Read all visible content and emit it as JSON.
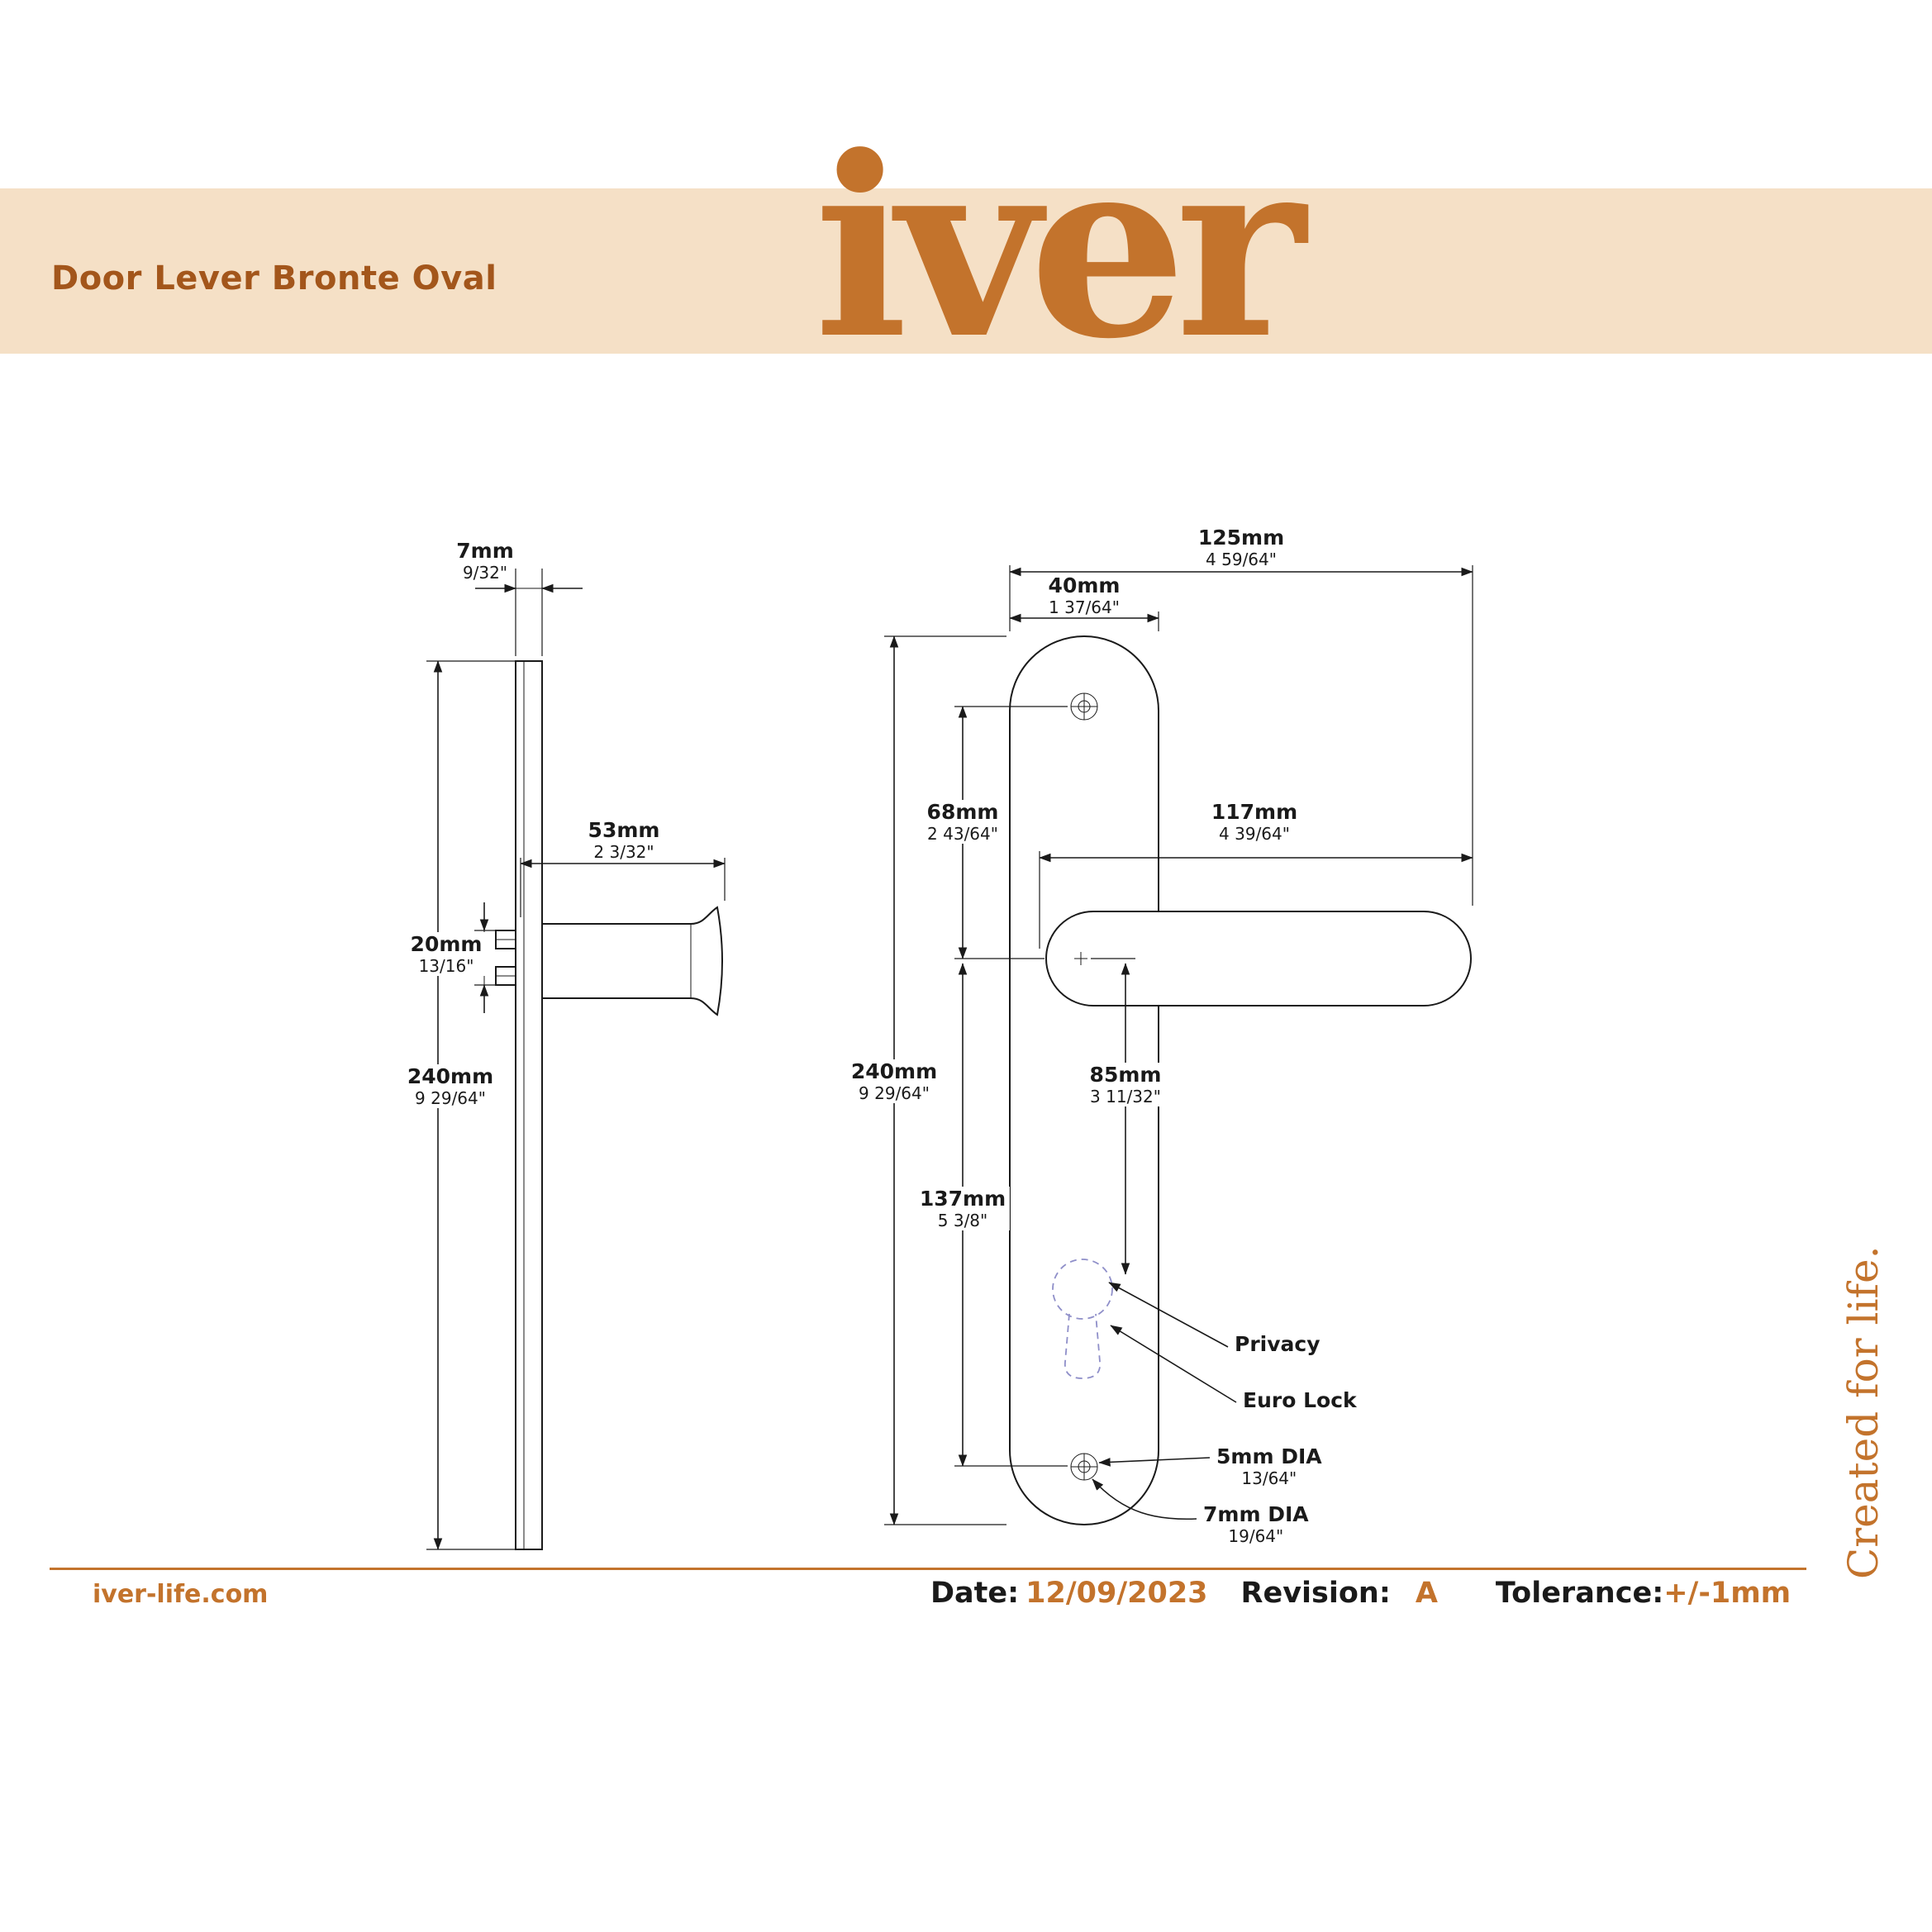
{
  "header": {
    "title": "Door Lever Bronte Oval",
    "logo_text": "iver"
  },
  "tagline": "Created for life.",
  "footer": {
    "website": "iver-life.com",
    "date_label": "Date:",
    "date_value": "12/09/2023",
    "revision_label": "Revision:",
    "revision_value": "A",
    "tolerance_label": "Tolerance:",
    "tolerance_value": "+/-1mm"
  },
  "drawing": {
    "side_view": {
      "thickness": {
        "mm": "7mm",
        "inch": "9/32\""
      },
      "projection": {
        "mm": "53mm",
        "inch": "2 3/32\""
      },
      "handle_thickness": {
        "mm": "20mm",
        "inch": "13/16\""
      },
      "height": {
        "mm": "240mm",
        "inch": "9 29/64\""
      }
    },
    "front_view": {
      "overall_width": {
        "mm": "125mm",
        "inch": "4 59/64\""
      },
      "plate_width": {
        "mm": "40mm",
        "inch": "1 37/64\""
      },
      "hole_to_centre": {
        "mm": "68mm",
        "inch": "2 43/64\""
      },
      "lever_length": {
        "mm": "117mm",
        "inch": "4 39/64\""
      },
      "height": {
        "mm": "240mm",
        "inch": "9 29/64\""
      },
      "centre_to_keyhole": {
        "mm": "85mm",
        "inch": "3 11/32\""
      },
      "centre_to_bottom_hole": {
        "mm": "137mm",
        "inch": "5 3/8\""
      },
      "privacy_label": "Privacy",
      "euro_lock_label": "Euro Lock",
      "hole_small": {
        "label": "5mm DIA",
        "inch": "13/64\""
      },
      "hole_large": {
        "label": "7mm DIA",
        "inch": "19/64\""
      }
    }
  },
  "colors": {
    "brand": "#c3732c",
    "banner": "#f5e0c6",
    "title": "#a3561b",
    "line": "#1a1a1a",
    "keyhole": "#8f8fc9"
  }
}
